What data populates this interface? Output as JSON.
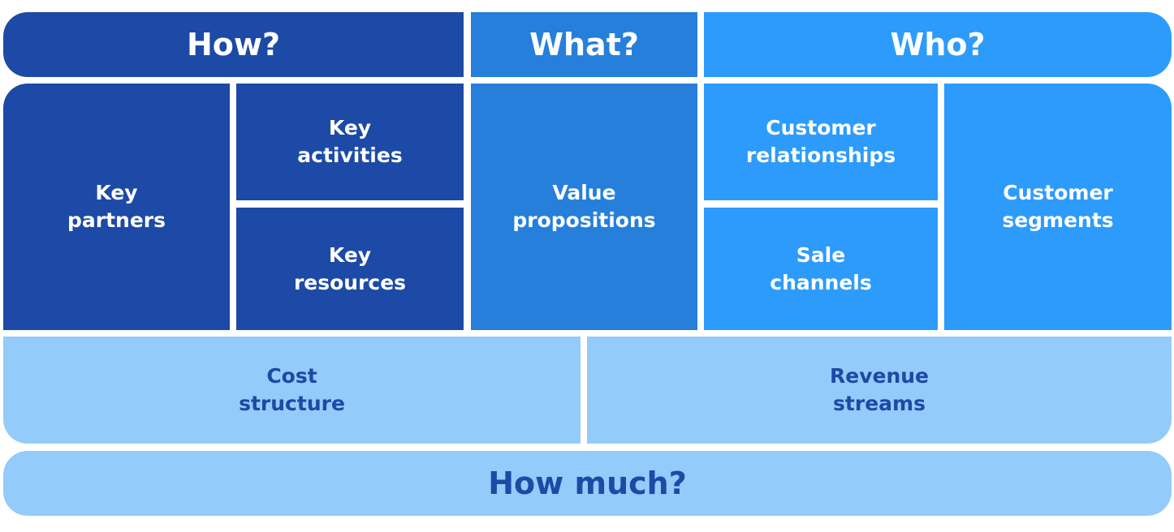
{
  "colors": {
    "dark_blue": "#1c4aa6",
    "medium_blue": "#257fdb",
    "bright_blue": "#2d9bfb",
    "light_blue": "#93cbfa",
    "white": "#ffffff"
  },
  "headers": {
    "how": "How?",
    "what": "What?",
    "who": "Who?",
    "how_much": "How much?"
  },
  "blocks": {
    "key_partners": "Key\npartners",
    "key_activities": "Key\nactivities",
    "key_resources": "Key\nresources",
    "value_propositions": "Value\npropositions",
    "customer_relationships": "Customer\nrelationships",
    "sale_channels": "Sale\nchannels",
    "customer_segments": "Customer\nsegments",
    "cost_structure": "Cost\nstructure",
    "revenue_streams": "Revenue\nstreams"
  }
}
